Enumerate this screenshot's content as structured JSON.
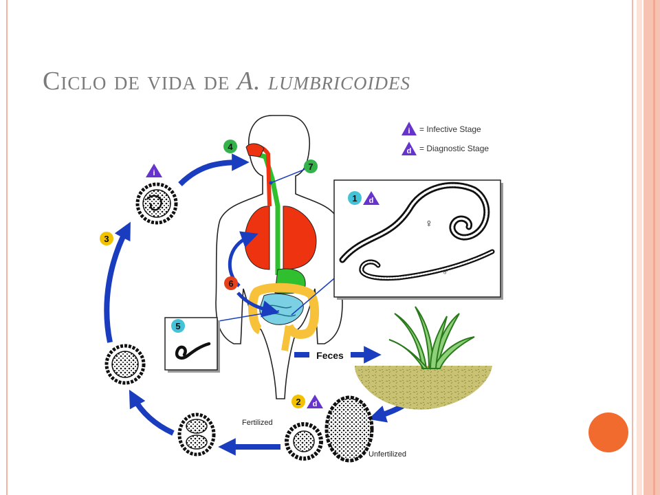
{
  "slide": {
    "title_prefix": "Ciclo de vida de ",
    "title_species": "A. lumbricoides"
  },
  "legend": {
    "infective_marker": "i",
    "infective_label": "= Infective Stage",
    "diagnostic_marker": "d",
    "diagnostic_label": "= Diagnostic Stage"
  },
  "steps": {
    "s1": "1",
    "s2": "2",
    "s3": "3",
    "s4": "4",
    "s5": "5",
    "s6": "6",
    "s7": "7"
  },
  "labels": {
    "feces": "Feces",
    "fertilized": "Fertilized",
    "unfertilized": "Unfertilized",
    "female_symbol": "♀",
    "male_symbol": "♂"
  },
  "colors": {
    "arrow_blue": "#1a3dbf",
    "legend_purple": "#6633cc",
    "step_green": "#33b34a",
    "step_yellow": "#f2c200",
    "step_cyan": "#44c2d8",
    "step_red": "#e4401c",
    "lungs_red": "#ee3311",
    "digestive_green": "#2fbf2f",
    "intestine_yellow": "#f7c23a",
    "intestine_cyan": "#7cd0e3",
    "soil": "#c8c272",
    "accent_orange": "#f26b2e"
  }
}
